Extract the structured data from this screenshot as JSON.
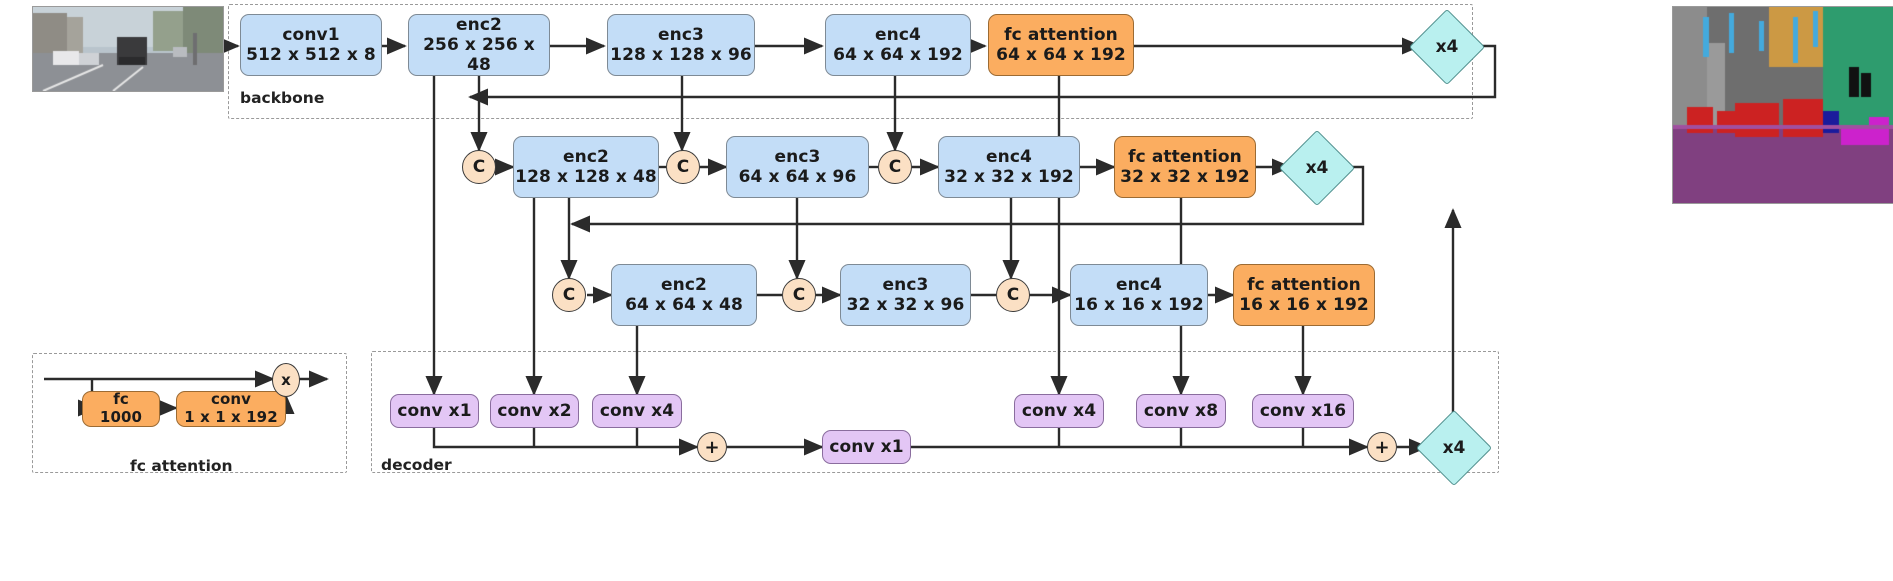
{
  "figure": {
    "type": "neural-network-architecture-diagram",
    "groups": [
      {
        "name": "backbone",
        "label": "backbone"
      },
      {
        "name": "fc-attention-legend",
        "label": "fc attention"
      },
      {
        "name": "decoder",
        "label": "decoder"
      }
    ]
  },
  "backbone_row": {
    "blocks": [
      {
        "name": "conv1",
        "title": "conv1",
        "shape": "512 x 512 x 8",
        "color": "#c3ddf7"
      },
      {
        "name": "enc2",
        "title": "enc2",
        "shape": "256 x 256 x 48",
        "color": "#c3ddf7"
      },
      {
        "name": "enc3",
        "title": "enc3",
        "shape": "128 x 128 x 96",
        "color": "#c3ddf7"
      },
      {
        "name": "enc4",
        "title": "enc4",
        "shape": "64 x 64 x 192",
        "color": "#c3ddf7"
      },
      {
        "name": "fc-attention",
        "title": "fc attention",
        "shape": "64 x 64 x 192",
        "color": "#fbad60"
      }
    ],
    "upsample": {
      "label": "x4",
      "color": "#b9f0ef"
    }
  },
  "stage2_row": {
    "concat_label": "C",
    "blocks": [
      {
        "name": "enc2",
        "title": "enc2",
        "shape": "128 x 128 x 48",
        "color": "#c3ddf7"
      },
      {
        "name": "enc3",
        "title": "enc3",
        "shape": "64 x 64 x 96",
        "color": "#c3ddf7"
      },
      {
        "name": "enc4",
        "title": "enc4",
        "shape": "32 x 32 x 192",
        "color": "#c3ddf7"
      },
      {
        "name": "fc-attention",
        "title": "fc attention",
        "shape": "32 x 32 x 192",
        "color": "#fbad60"
      }
    ],
    "upsample": {
      "label": "x4",
      "color": "#b9f0ef"
    }
  },
  "stage3_row": {
    "concat_label": "C",
    "blocks": [
      {
        "name": "enc2",
        "title": "enc2",
        "shape": "64 x 64 x 48",
        "color": "#c3ddf7"
      },
      {
        "name": "enc3",
        "title": "enc3",
        "shape": "32 x 32 x 96",
        "color": "#c3ddf7"
      },
      {
        "name": "enc4",
        "title": "enc4",
        "shape": "16 x 16 x 192",
        "color": "#c3ddf7"
      },
      {
        "name": "fc-attention",
        "title": "fc attention",
        "shape": "16 x 16 x 192",
        "color": "#fbad60"
      }
    ]
  },
  "decoder": {
    "label": "decoder",
    "convs": [
      {
        "name": "conv-x1",
        "title": "conv x1",
        "color": "#e3c6f5"
      },
      {
        "name": "conv-x2",
        "title": "conv x2",
        "color": "#e3c6f5"
      },
      {
        "name": "conv-x4-a",
        "title": "conv x4",
        "color": "#e3c6f5"
      },
      {
        "name": "conv-x4-b",
        "title": "conv x4",
        "color": "#e3c6f5"
      },
      {
        "name": "conv-x8",
        "title": "conv x8",
        "color": "#e3c6f5"
      },
      {
        "name": "conv-x16",
        "title": "conv x16",
        "color": "#e3c6f5"
      }
    ],
    "merge_conv": {
      "name": "conv-x1-merge",
      "title": "conv x1",
      "color": "#e3c6f5"
    },
    "sum_label": "+",
    "output_upsample": {
      "label": "x4",
      "color": "#b9f0ef"
    }
  },
  "fc_attention_legend": {
    "label": "fc attention",
    "blocks": [
      {
        "name": "fc",
        "title": "fc",
        "shape": "1000",
        "color": "#fbad60"
      },
      {
        "name": "conv",
        "title": "conv",
        "shape": "1 x 1 x 192",
        "color": "#fbad60"
      }
    ],
    "multiply_label": "x"
  },
  "images": {
    "input": {
      "name": "input-image",
      "alt": "street scene rgb input"
    },
    "output": {
      "name": "output-image",
      "alt": "semantic segmentation map"
    }
  }
}
